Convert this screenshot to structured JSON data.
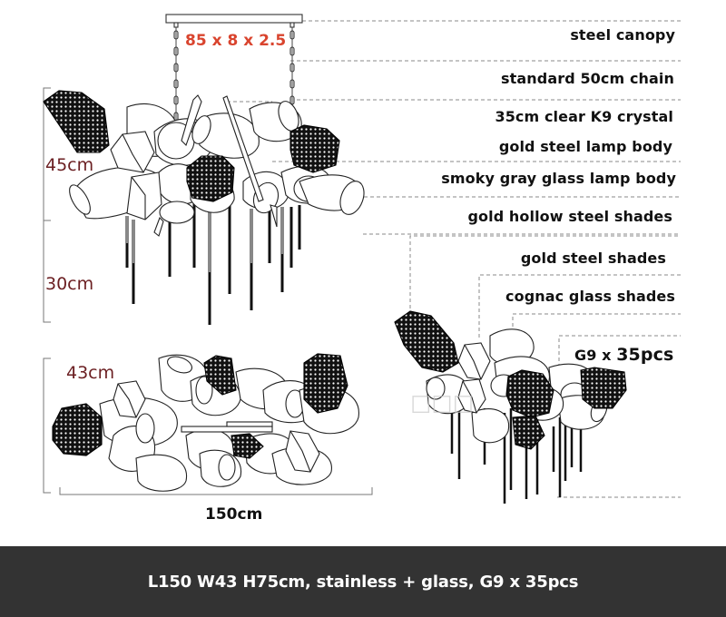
{
  "canopy_dimensions": "85 x 8 x 2.5",
  "labels": {
    "steel_canopy": "steel canopy",
    "chain": "standard 50cm chain",
    "crystal": "35cm clear K9 crystal",
    "gold_lamp_body": "gold steel lamp body",
    "smoky_lamp_body": "smoky gray glass lamp body",
    "gold_hollow_shades": "gold hollow steel shades",
    "gold_steel_shades": "gold steel shades",
    "cognac_shades": "cognac glass shades",
    "bulb_prefix": "G9 x ",
    "bulb_count": "35pcs"
  },
  "dimensions": {
    "upper_height": "45cm",
    "lower_height": "30cm",
    "width": "43cm",
    "length": "150cm"
  },
  "footer": {
    "spec": "L150 W43 H75cm, stainless + glass, G9 x 35pcs"
  },
  "colors": {
    "canopy_dim_text": "#d9442e",
    "dim_text": "#6b1f22",
    "footer_bg": "#333333",
    "footer_text": "#ffffff",
    "leader_line": "#7a7a7a"
  }
}
